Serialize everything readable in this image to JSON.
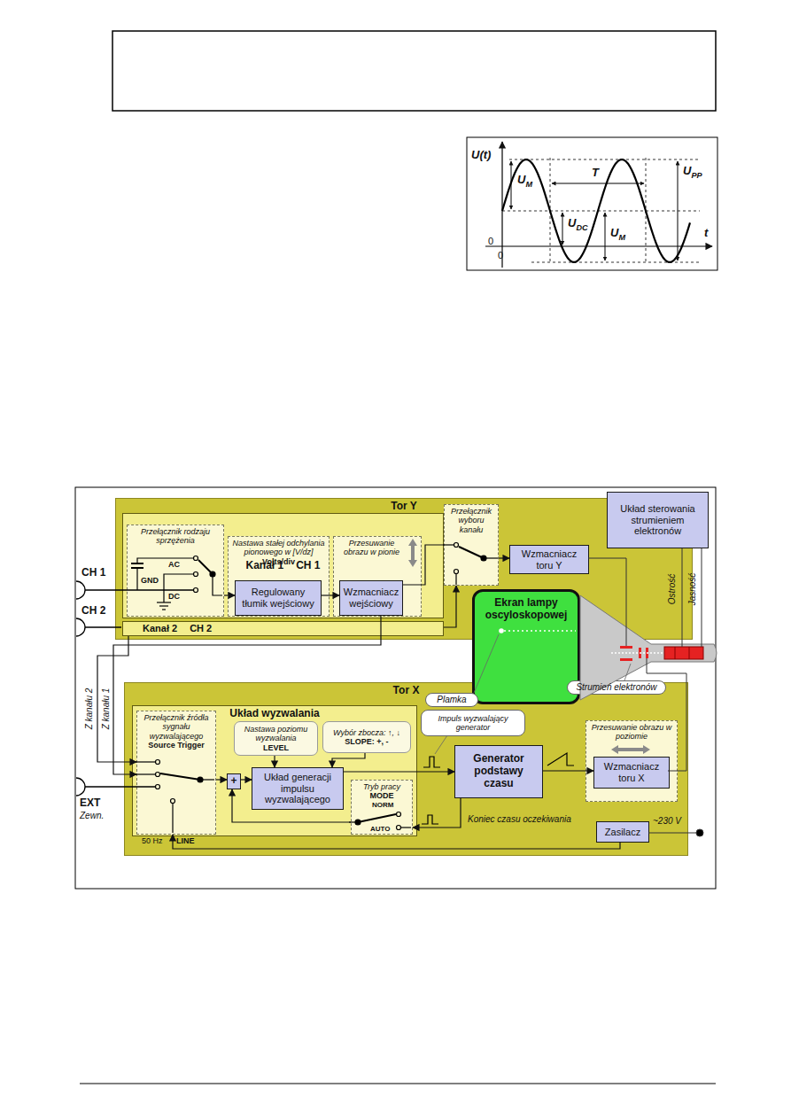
{
  "diagram": {
    "nodes": [
      {
        "text": [
          "Tor Y"
        ]
      },
      {
        "text": [
          "Kanał 1",
          "CH 1"
        ],
        "in": 0
      },
      {
        "text": [
          "Przełącznik rodzaju sprzężenia"
        ],
        "in": 1
      },
      {
        "text": [
          "Nastawa stałej odchylania pionowego w [V/dz]",
          "Volts/div"
        ],
        "in": 1
      },
      {
        "text": [
          "Regulowany tłumik wejściowy"
        ],
        "in": 3
      },
      {
        "text": [
          "Przesuwanie obrazu w pionie"
        ],
        "in": 1
      },
      {
        "text": [
          "Wzmacniacz wejściowy"
        ],
        "in": 5
      },
      {
        "text": [
          "Przełącznik wyboru kanału"
        ],
        "in": 0
      },
      {
        "text": [
          "Wzmacniacz toru Y"
        ],
        "in": 0
      },
      {
        "text": [
          "Kanał 2",
          "CH 2"
        ],
        "in": 0
      },
      {
        "text": [
          "Układ sterowania strumieniem elektronów"
        ]
      },
      {
        "text": [
          "Ekran lampy oscyloskopowej"
        ]
      },
      {
        "text": [
          "Plamka"
        ]
      },
      {
        "text": [
          "Strumień elektronów"
        ]
      },
      {
        "text": [
          "Tor X"
        ]
      },
      {
        "text": [
          "Układ wyzwalania"
        ],
        "in": 14
      },
      {
        "text": [
          "Przełącznik źródła sygnału wyzwalającego",
          "Source Trigger"
        ],
        "in": 15
      },
      {
        "text": [
          "Nastawa poziomu wyzwalania",
          "LEVEL"
        ],
        "in": 15
      },
      {
        "text": [
          "Wybór zbocza: ↑, ↓",
          "SLOPE: +, -"
        ],
        "in": 15
      },
      {
        "text": [
          "+"
        ],
        "in": 15
      },
      {
        "text": [
          "Układ generacji impulsu wyzwalającego"
        ],
        "in": 15
      },
      {
        "text": [
          "Tryb pracy",
          "MODE"
        ],
        "in": 15
      },
      {
        "text": [
          "Impuls wyzwalający generator"
        ],
        "in": 14
      },
      {
        "text": [
          "Generator podstawy czasu"
        ],
        "in": 14
      },
      {
        "text": [
          "Przesuwanie obrazu w poziomie"
        ],
        "in": 14
      },
      {
        "text": [
          "Wzmacniacz toru X"
        ],
        "in": 24
      },
      {
        "text": [
          "Zasilacz"
        ],
        "in": 14
      }
    ],
    "edges": [
      {
        "from": 2,
        "to": 4,
        "arrow": "to"
      },
      {
        "from": 4,
        "to": 6,
        "arrow": "to"
      },
      {
        "from": 6,
        "to": 7,
        "arrow": "none"
      },
      {
        "from": 9,
        "to": 7,
        "arrow": "to"
      },
      {
        "from": 7,
        "to": 8,
        "arrow": "to"
      },
      {
        "from": 6,
        "to": 16,
        "arrow": "to"
      },
      {
        "from": 9,
        "to": 16,
        "arrow": "to"
      },
      {
        "from": 16,
        "to": 19,
        "arrow": "to"
      },
      {
        "from": 19,
        "to": 20,
        "arrow": "to"
      },
      {
        "from": 17,
        "to": 20,
        "arrow": "to"
      },
      {
        "from": 18,
        "to": 20,
        "arrow": "to"
      },
      {
        "from": 20,
        "to": 23,
        "arrow": "to"
      },
      {
        "from": 23,
        "to": 25,
        "arrow": "to"
      },
      {
        "from": 23,
        "to": 21,
        "label": "Koniec czasu oczekiwania",
        "arrow": "to"
      },
      {
        "from": 21,
        "to": 19,
        "arrow": "to"
      },
      {
        "from": 26,
        "to": 16,
        "arrow": "to"
      }
    ],
    "labels": [
      "U(t)",
      "T",
      "UM",
      "UPP",
      "UDC",
      "UM",
      "0",
      "0",
      "t",
      "CH 1",
      "CH 2",
      "EXT",
      "Zewn.",
      "Z kanału 2",
      "Z kanału 1",
      "50 Hz",
      "LINE",
      "~230 V",
      "Ostrość",
      "Jasność",
      "AC",
      "GND",
      "DC",
      "NORM",
      "AUTO"
    ]
  }
}
